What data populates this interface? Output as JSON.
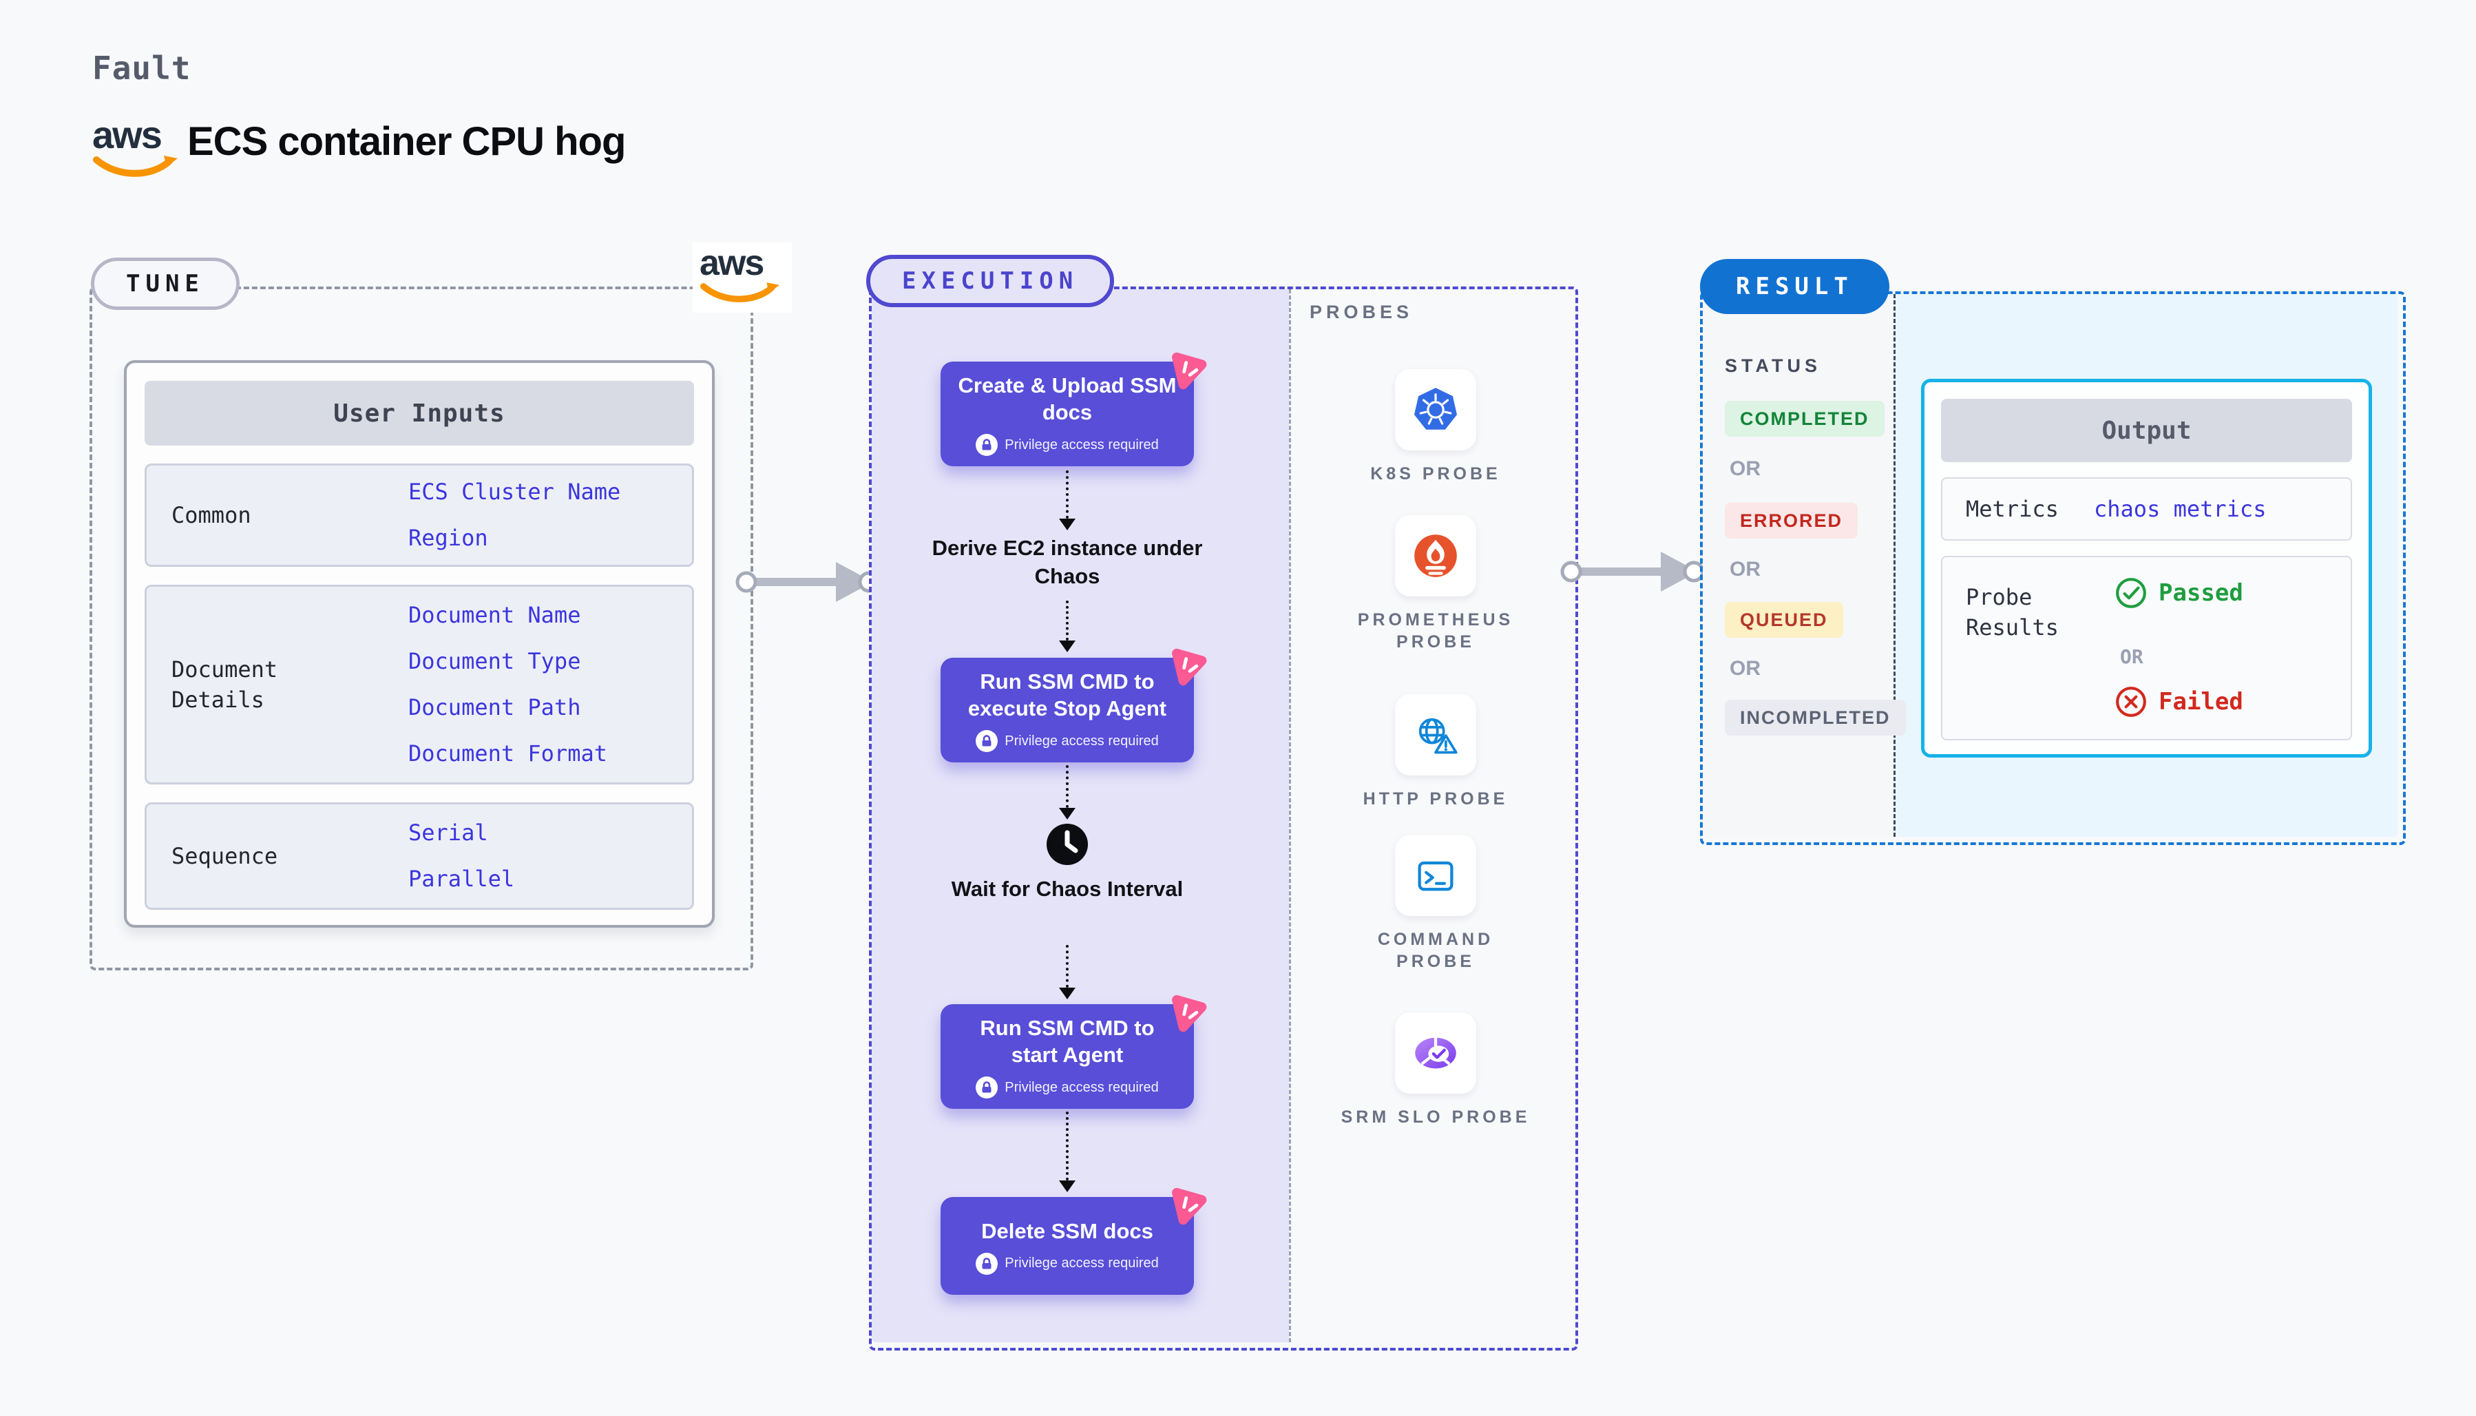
{
  "header": {
    "kicker": "Fault",
    "aws_word": "aws",
    "title": "ECS container CPU hog"
  },
  "tune": {
    "label": "TUNE",
    "card": {
      "header": "User Inputs",
      "rows": [
        {
          "label": "Common",
          "values": [
            "ECS Cluster Name",
            "Region"
          ]
        },
        {
          "label": "Document Details",
          "values": [
            "Document Name",
            "Document Type",
            "Document Path",
            "Document Format"
          ]
        },
        {
          "label": "Sequence",
          "values": [
            "Serial",
            "Parallel"
          ]
        }
      ]
    }
  },
  "execution": {
    "label": "EXECUTION",
    "steps": [
      {
        "title": "Create & Upload SSM docs",
        "badge": "Privilege access required"
      },
      {
        "title": "Derive EC2 instance under Chaos"
      },
      {
        "title": "Run SSM CMD to execute Stop Agent",
        "badge": "Privilege access required"
      },
      {
        "title": "Wait for Chaos Interval"
      },
      {
        "title": "Run SSM CMD to start Agent",
        "badge": "Privilege access required"
      },
      {
        "title": "Delete SSM docs",
        "badge": "Privilege access required"
      }
    ],
    "probes": {
      "label": "PROBES",
      "items": [
        {
          "name": "K8S PROBE",
          "icon": "kubernetes-icon"
        },
        {
          "name": "PROMETHEUS PROBE",
          "icon": "prometheus-icon"
        },
        {
          "name": "HTTP PROBE",
          "icon": "http-globe-warning-icon"
        },
        {
          "name": "COMMAND PROBE",
          "icon": "terminal-icon"
        },
        {
          "name": "SRM SLO PROBE",
          "icon": "srm-slo-icon"
        }
      ]
    }
  },
  "result": {
    "label": "RESULT",
    "status": {
      "label": "STATUS",
      "or": "OR",
      "items": [
        {
          "label": "COMPLETED"
        },
        {
          "label": "ERRORED"
        },
        {
          "label": "QUEUED"
        },
        {
          "label": "INCOMPLETED"
        }
      ]
    },
    "output": {
      "header": "Output",
      "metrics_label": "Metrics",
      "metrics_value": "chaos metrics",
      "probe_results_label": "Probe Results",
      "passed": "Passed",
      "or": "OR",
      "failed": "Failed"
    }
  },
  "colors": {
    "accent_indigo": "#584ed8",
    "accent_pink": "#fb5a92",
    "execution_border": "#5049d0",
    "tune_border": "#9097a3",
    "result_blue": "#1272d2",
    "output_cyan": "#16b2e9",
    "link_blue": "#3b36dd",
    "completed_green": "#13843a",
    "errored_red": "#c3281f",
    "queued_bg": "#fcf0c4",
    "passed_green": "#1f9d3f",
    "failed_red": "#d2291f"
  }
}
